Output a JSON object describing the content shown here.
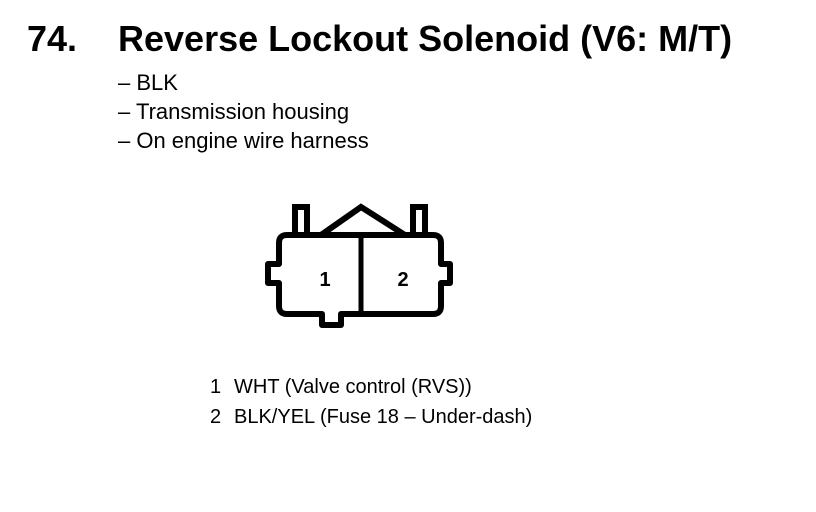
{
  "heading": {
    "number": "74.",
    "title": "Reverse Lockout Solenoid (V6: M/T)"
  },
  "details": [
    "– BLK",
    "– Transmission housing",
    "– On engine wire harness"
  ],
  "connector": {
    "cavities": [
      "1",
      "2"
    ]
  },
  "pinout": [
    {
      "pin": "1",
      "desc": "WHT (Valve control (RVS))"
    },
    {
      "pin": "2",
      "desc": "BLK/YEL (Fuse 18 – Under-dash)"
    }
  ]
}
